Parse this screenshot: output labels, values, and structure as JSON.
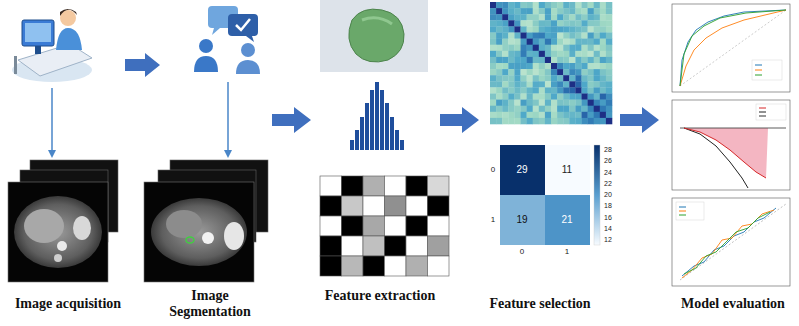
{
  "diagram": {
    "labels": [
      "Image acquisition",
      "Image Segmentation",
      "Feature extraction",
      "Feature selection",
      "Model evaluation",
      "29",
      "11",
      "19",
      "21",
      "0",
      "1",
      "0",
      "1",
      "28",
      "26",
      "24",
      "22",
      "20",
      "18",
      "16",
      "14",
      "12"
    ]
  }
}
